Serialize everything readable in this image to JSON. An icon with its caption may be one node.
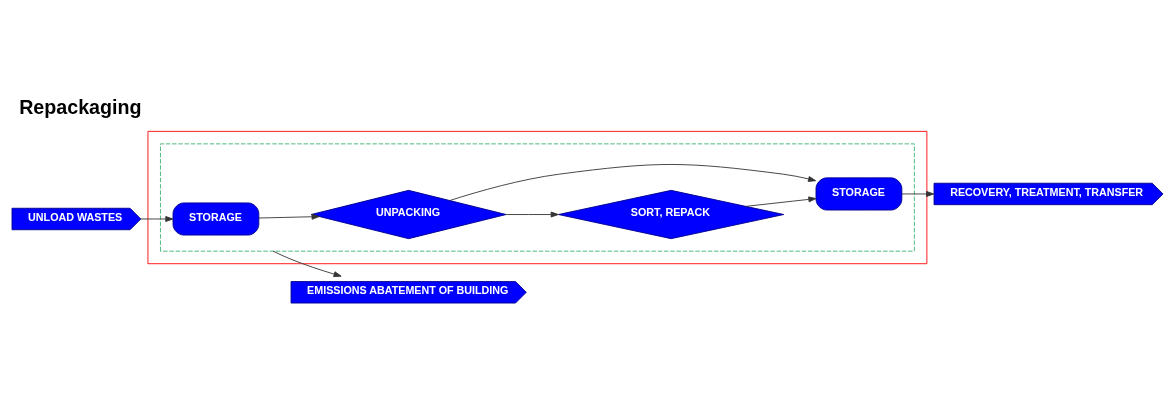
{
  "diagram": {
    "title": "Repackaging",
    "nodes": [
      {
        "text": [],
        "shape": "box"
      },
      {
        "text": [],
        "shape": "box",
        "in": 0
      },
      {
        "text": [
          "UNLOAD WASTES"
        ]
      },
      {
        "text": [
          "STORAGE"
        ],
        "in": 1
      },
      {
        "text": [
          "UNPACKING"
        ],
        "in": 1
      },
      {
        "text": [
          "SORT, REPACK"
        ],
        "in": 1
      },
      {
        "text": [
          "STORAGE"
        ],
        "in": 1
      },
      {
        "text": [
          "EMISSIONS ABATEMENT OF BUILDING"
        ]
      },
      {
        "text": [
          "RECOVERY, TREATMENT, TRANSFER"
        ]
      }
    ],
    "edges": [
      {
        "from": 2,
        "to": 3,
        "arrow": "to"
      },
      {
        "from": 3,
        "to": 4,
        "arrow": "to"
      },
      {
        "from": 4,
        "to": 5,
        "arrow": "to"
      },
      {
        "from": 5,
        "to": 6,
        "arrow": "to"
      },
      {
        "from": 4,
        "to": 6,
        "arrow": "to"
      },
      {
        "from": 1,
        "to": 7,
        "arrow": "to"
      },
      {
        "from": 6,
        "to": 8,
        "arrow": "to"
      }
    ]
  }
}
